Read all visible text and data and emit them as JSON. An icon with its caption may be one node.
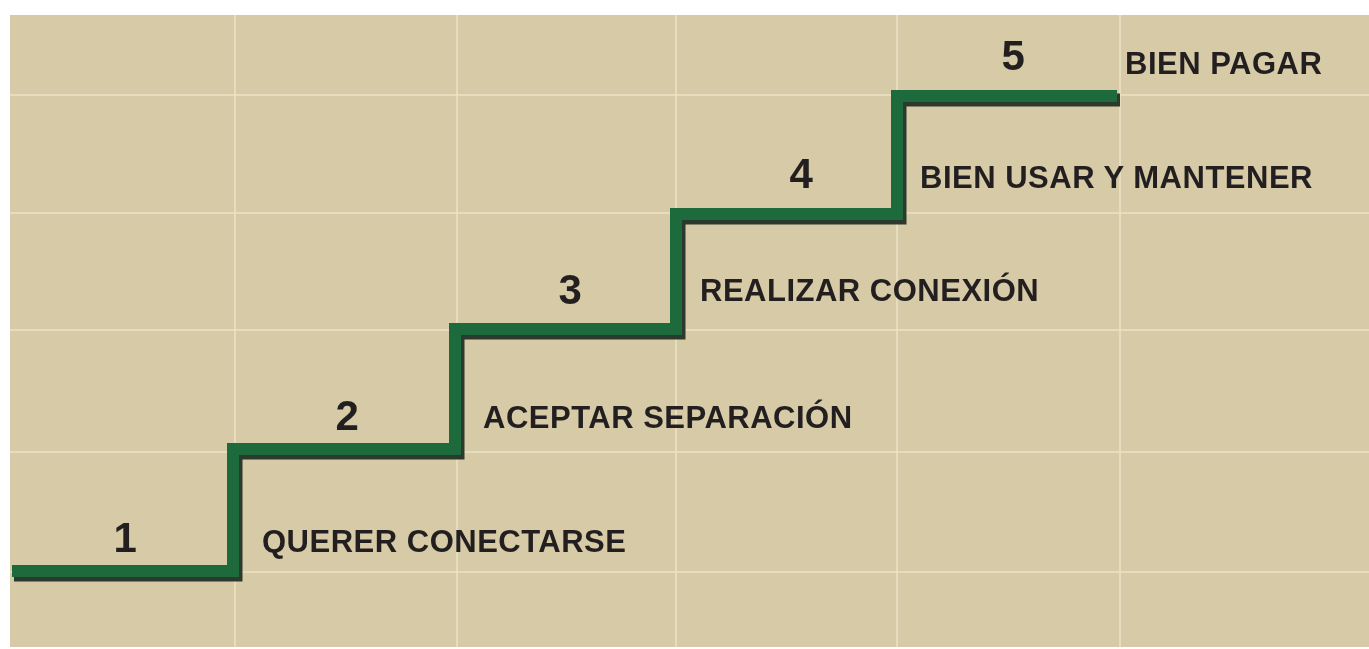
{
  "diagram": {
    "labels": [
      "1",
      "QUERER CONECTARSE",
      "2",
      "ACEPTAR SEPARACIÓN",
      "3",
      "REALIZAR CONEXIÓN",
      "4",
      "BIEN USAR Y MANTENER",
      "5",
      "BIEN PAGAR"
    ]
  }
}
